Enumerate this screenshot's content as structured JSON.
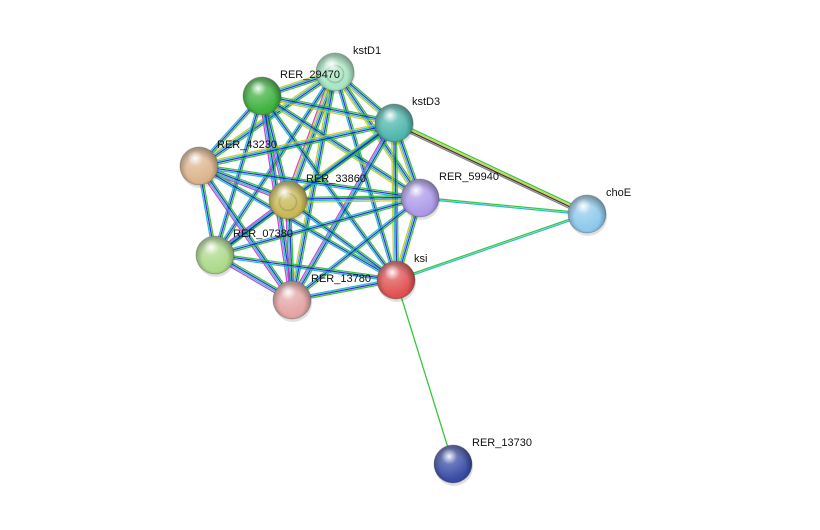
{
  "network": {
    "edge_colors": {
      "green": "#22c12c",
      "blue": "#1f1fd0",
      "cyan": "#18b6c8",
      "yellow": "#c8c81e",
      "magenta": "#cc33cc",
      "black": "#222222",
      "gray": "#7a7a7a"
    },
    "nodes": [
      {
        "id": "kstD1",
        "label": "kstD1",
        "color": "#a8e6c4",
        "deco": true
      },
      {
        "id": "RER_29470",
        "label": "RER_29470",
        "color": "#3fb23f"
      },
      {
        "id": "kstD3",
        "label": "kstD3",
        "color": "#4fb7ad"
      },
      {
        "id": "RER_43230",
        "label": "RER_43230",
        "color": "#dcb48c"
      },
      {
        "id": "RER_33860",
        "label": "RER_33860",
        "color": "#c8b856",
        "deco": true
      },
      {
        "id": "RER_59940",
        "label": "RER_59940",
        "color": "#ad9be9"
      },
      {
        "id": "choE",
        "label": "choE",
        "color": "#8ec9ec"
      },
      {
        "id": "RER_07380",
        "label": "RER_07380",
        "color": "#acd98a"
      },
      {
        "id": "ksi",
        "label": "ksi",
        "color": "#e05252"
      },
      {
        "id": "RER_13780",
        "label": "RER_13780",
        "color": "#e3a4a4"
      },
      {
        "id": "RER_13730",
        "label": "RER_13730",
        "color": "#3a4da6"
      }
    ],
    "edges": [
      {
        "source": "kstD1",
        "target": "RER_29470",
        "colors": [
          "green",
          "blue",
          "cyan",
          "yellow"
        ]
      },
      {
        "source": "kstD1",
        "target": "kstD3",
        "colors": [
          "green",
          "blue",
          "cyan",
          "yellow"
        ]
      },
      {
        "source": "kstD1",
        "target": "RER_43230",
        "colors": [
          "green",
          "blue",
          "cyan",
          "yellow"
        ]
      },
      {
        "source": "kstD1",
        "target": "RER_33860",
        "colors": [
          "green",
          "blue",
          "cyan",
          "yellow",
          "magenta"
        ]
      },
      {
        "source": "kstD1",
        "target": "RER_59940",
        "colors": [
          "green",
          "blue",
          "cyan",
          "yellow"
        ]
      },
      {
        "source": "kstD1",
        "target": "RER_07380",
        "colors": [
          "green",
          "blue",
          "cyan"
        ]
      },
      {
        "source": "kstD1",
        "target": "ksi",
        "colors": [
          "green",
          "blue",
          "cyan"
        ]
      },
      {
        "source": "kstD1",
        "target": "RER_13780",
        "colors": [
          "green",
          "blue",
          "cyan",
          "yellow"
        ]
      },
      {
        "source": "RER_29470",
        "target": "kstD3",
        "colors": [
          "green",
          "blue",
          "cyan",
          "yellow"
        ]
      },
      {
        "source": "RER_29470",
        "target": "RER_43230",
        "colors": [
          "green",
          "blue",
          "cyan"
        ]
      },
      {
        "source": "RER_29470",
        "target": "RER_33860",
        "colors": [
          "green",
          "blue",
          "cyan",
          "magenta"
        ]
      },
      {
        "source": "RER_29470",
        "target": "RER_59940",
        "colors": [
          "green",
          "blue",
          "cyan",
          "yellow"
        ]
      },
      {
        "source": "RER_29470",
        "target": "RER_07380",
        "colors": [
          "green",
          "blue",
          "cyan"
        ]
      },
      {
        "source": "RER_29470",
        "target": "ksi",
        "colors": [
          "green",
          "blue",
          "cyan"
        ]
      },
      {
        "source": "RER_29470",
        "target": "RER_13780",
        "colors": [
          "green",
          "blue",
          "cyan",
          "magenta"
        ]
      },
      {
        "source": "kstD3",
        "target": "RER_43230",
        "colors": [
          "green",
          "blue",
          "cyan",
          "yellow"
        ]
      },
      {
        "source": "kstD3",
        "target": "RER_33860",
        "colors": [
          "green",
          "blue",
          "cyan",
          "yellow"
        ]
      },
      {
        "source": "kstD3",
        "target": "RER_59940",
        "colors": [
          "green",
          "blue",
          "cyan",
          "yellow"
        ]
      },
      {
        "source": "kstD3",
        "target": "RER_07380",
        "colors": [
          "green",
          "blue",
          "cyan"
        ]
      },
      {
        "source": "kstD3",
        "target": "ksi",
        "colors": [
          "green",
          "blue",
          "cyan",
          "yellow"
        ]
      },
      {
        "source": "kstD3",
        "target": "RER_13780",
        "colors": [
          "green",
          "blue",
          "cyan",
          "magenta"
        ]
      },
      {
        "source": "kstD3",
        "target": "choE",
        "colors": [
          "green",
          "yellow",
          "black",
          "gray"
        ]
      },
      {
        "source": "RER_43230",
        "target": "RER_33860",
        "colors": [
          "green",
          "blue",
          "cyan",
          "magenta"
        ]
      },
      {
        "source": "RER_43230",
        "target": "RER_59940",
        "colors": [
          "green",
          "blue",
          "cyan"
        ]
      },
      {
        "source": "RER_43230",
        "target": "RER_07380",
        "colors": [
          "green",
          "blue",
          "cyan"
        ]
      },
      {
        "source": "RER_43230",
        "target": "ksi",
        "colors": [
          "green",
          "blue",
          "cyan"
        ]
      },
      {
        "source": "RER_43230",
        "target": "RER_13780",
        "colors": [
          "green",
          "blue",
          "cyan",
          "magenta"
        ]
      },
      {
        "source": "RER_33860",
        "target": "RER_59940",
        "colors": [
          "green",
          "blue",
          "cyan",
          "yellow"
        ]
      },
      {
        "source": "RER_33860",
        "target": "RER_07380",
        "colors": [
          "green",
          "blue",
          "cyan",
          "magenta"
        ]
      },
      {
        "source": "RER_33860",
        "target": "ksi",
        "colors": [
          "green",
          "blue",
          "cyan"
        ]
      },
      {
        "source": "RER_33860",
        "target": "RER_13780",
        "colors": [
          "green",
          "blue",
          "cyan",
          "magenta"
        ]
      },
      {
        "source": "RER_59940",
        "target": "RER_07380",
        "colors": [
          "green",
          "blue",
          "cyan"
        ]
      },
      {
        "source": "RER_59940",
        "target": "ksi",
        "colors": [
          "green",
          "blue",
          "cyan",
          "yellow"
        ]
      },
      {
        "source": "RER_59940",
        "target": "RER_13780",
        "colors": [
          "green",
          "blue",
          "cyan"
        ]
      },
      {
        "source": "RER_59940",
        "target": "choE",
        "colors": [
          "green",
          "cyan"
        ]
      },
      {
        "source": "RER_07380",
        "target": "ksi",
        "colors": [
          "green",
          "blue",
          "cyan"
        ]
      },
      {
        "source": "RER_07380",
        "target": "RER_13780",
        "colors": [
          "green",
          "blue",
          "cyan",
          "magenta"
        ]
      },
      {
        "source": "ksi",
        "target": "RER_13780",
        "colors": [
          "green",
          "blue",
          "cyan"
        ]
      },
      {
        "source": "ksi",
        "target": "choE",
        "colors": [
          "green",
          "cyan"
        ]
      },
      {
        "source": "ksi",
        "target": "RER_13730",
        "colors": [
          "green"
        ]
      }
    ]
  }
}
